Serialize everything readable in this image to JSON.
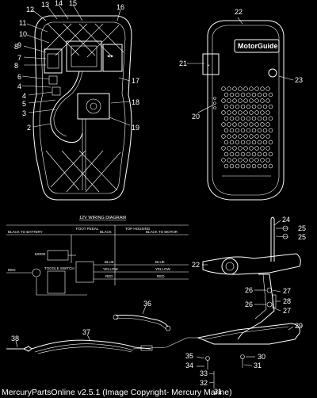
{
  "wiring_diagram": {
    "title": "12V WIRING DIAGRAM",
    "headers": [
      "FOOT PEDAL",
      "TOP HOUSING"
    ],
    "wires": [
      {
        "left": "BLACK TO BATTERY",
        "mid": "BLACK",
        "right": "BLACK TO MOTOR"
      },
      {
        "left": "",
        "mid": "BLUE",
        "right": "BLUE"
      },
      {
        "left": "",
        "mid": "YELLOW",
        "right": "YELLOW"
      },
      {
        "left": "",
        "mid": "RED",
        "right": "RED"
      }
    ],
    "red_label": "RED",
    "mode_label": "MODE",
    "toggle_label": "TOGGLE SWITCH"
  },
  "brand": "MotorGuide",
  "callouts": [
    "2",
    "3",
    "4",
    "5",
    "6",
    "7",
    "8",
    "9",
    "10",
    "11",
    "12",
    "13",
    "14",
    "15",
    "16",
    "17",
    "18",
    "19",
    "20",
    "21",
    "22",
    "23",
    "24",
    "25",
    "26",
    "27",
    "28",
    "29",
    "30",
    "31",
    "32",
    "33",
    "34",
    "35",
    "36",
    "37",
    "38"
  ],
  "footer": "MercuryPartsOnline v2.5.1 (Image Copyright- Mercury Marine)"
}
